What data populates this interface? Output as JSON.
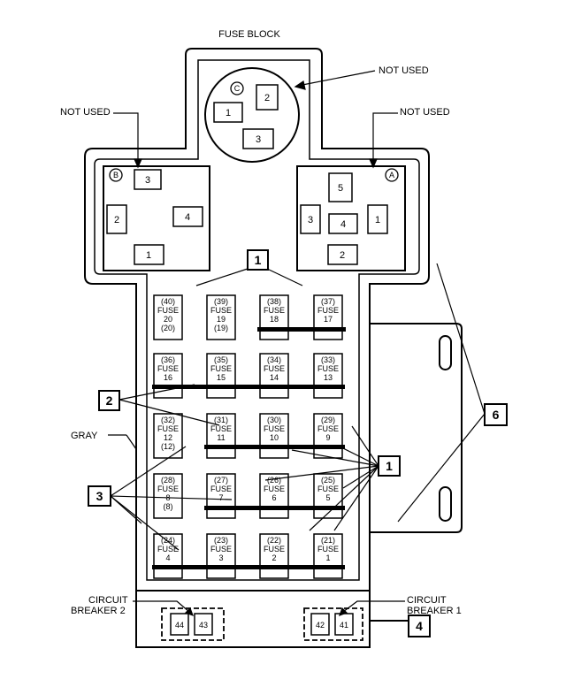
{
  "title": "FUSE BLOCK",
  "not_used_top": "NOT USED",
  "not_used_left": "NOT USED",
  "not_used_right": "NOT USED",
  "gray": "GRAY",
  "cb2_line1": "CIRCUIT",
  "cb2_line2": "BREAKER 2",
  "cb1_line1": "CIRCUIT",
  "cb1_line2": "BREAKER 1",
  "connector_c": {
    "letter": "C",
    "cells": [
      "1",
      "2",
      "3"
    ]
  },
  "connector_b": {
    "letter": "B",
    "cells": [
      "3",
      "2",
      "4",
      "1"
    ]
  },
  "connector_a": {
    "letter": "A",
    "cells": [
      "5",
      "3",
      "4",
      "1",
      "2"
    ]
  },
  "callouts": {
    "c1_top": "1",
    "c2": "2",
    "c3": "3",
    "c1_mid": "1",
    "c6": "6",
    "c4": "4"
  },
  "fuse_rows": [
    [
      {
        "id": "(40)",
        "lines": [
          "FUSE",
          "20",
          "(20)"
        ]
      },
      {
        "id": "(39)",
        "lines": [
          "FUSE",
          "19",
          "(19)"
        ]
      },
      {
        "id": "(38)",
        "lines": [
          "FUSE",
          "18"
        ]
      },
      {
        "id": "(37)",
        "lines": [
          "FUSE",
          "17"
        ]
      }
    ],
    [
      {
        "id": "(36)",
        "lines": [
          "FUSE",
          "16"
        ]
      },
      {
        "id": "(35)",
        "lines": [
          "FUSE",
          "15"
        ]
      },
      {
        "id": "(34)",
        "lines": [
          "FUSE",
          "14"
        ]
      },
      {
        "id": "(33)",
        "lines": [
          "FUSE",
          "13"
        ]
      }
    ],
    [
      {
        "id": "(32)",
        "lines": [
          "FUSE",
          "12",
          "(12)"
        ]
      },
      {
        "id": "(31)",
        "lines": [
          "FUSE",
          "11"
        ]
      },
      {
        "id": "(30)",
        "lines": [
          "FUSE",
          "10"
        ]
      },
      {
        "id": "(29)",
        "lines": [
          "FUSE",
          "9"
        ]
      }
    ],
    [
      {
        "id": "(28)",
        "lines": [
          "FUSE",
          "8",
          "(8)"
        ]
      },
      {
        "id": "(27)",
        "lines": [
          "FUSE",
          "7"
        ]
      },
      {
        "id": "(26)",
        "lines": [
          "FUSE",
          "6"
        ]
      },
      {
        "id": "(25)",
        "lines": [
          "FUSE",
          "5"
        ]
      }
    ],
    [
      {
        "id": "(24)",
        "lines": [
          "FUSE",
          "4"
        ]
      },
      {
        "id": "(23)",
        "lines": [
          "FUSE",
          "3"
        ]
      },
      {
        "id": "(22)",
        "lines": [
          "FUSE",
          "2"
        ]
      },
      {
        "id": "(21)",
        "lines": [
          "FUSE",
          "1"
        ]
      }
    ]
  ],
  "breakers": [
    "44",
    "43",
    "42",
    "41"
  ]
}
